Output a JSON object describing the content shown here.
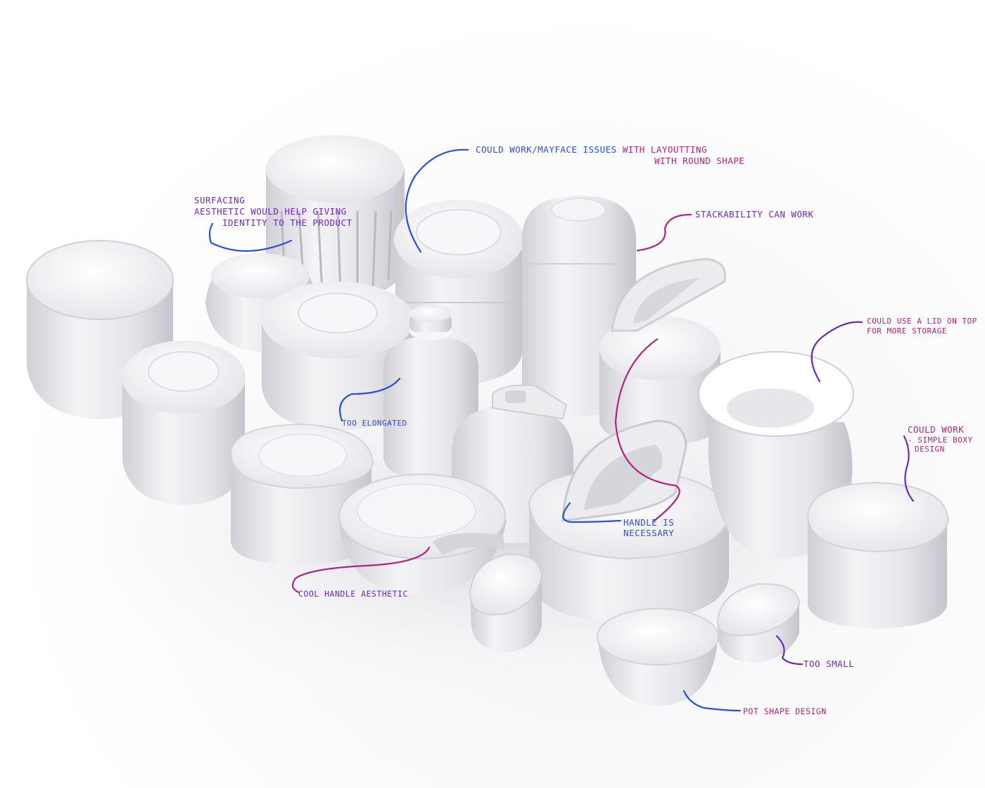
{
  "palette": {
    "product_white": "#ececef",
    "product_shade": "#d5d5db",
    "product_light": "#fafafa",
    "pen_blue": "#2b4fd6",
    "pen_purple": "#6a2bb8",
    "pen_magenta": "#b0257e"
  },
  "annotations": {
    "could_work_layout_1": "Could work/mayface issues",
    "could_work_layout_2": "with layoutting",
    "could_work_layout_3": "with round shape",
    "surfacing_1": "Surfacing",
    "surfacing_2": "aesthetic would help giving",
    "surfacing_3": "identity to the product",
    "stackability": "Stackability can work",
    "lid_on_top_1": "Could use a lid on top",
    "lid_on_top_2": "for more storage",
    "too_elongated": "Too elongated",
    "could_work_boxy_1": "Could work",
    "could_work_boxy_2": "- Simple boxy",
    "could_work_boxy_3": "design",
    "handle_necessary_1": "Handle is",
    "handle_necessary_2": "necessary",
    "cool_handle": "Cool handle aesthetic",
    "too_small": "Too small",
    "pot_shape": "Pot shape design"
  }
}
